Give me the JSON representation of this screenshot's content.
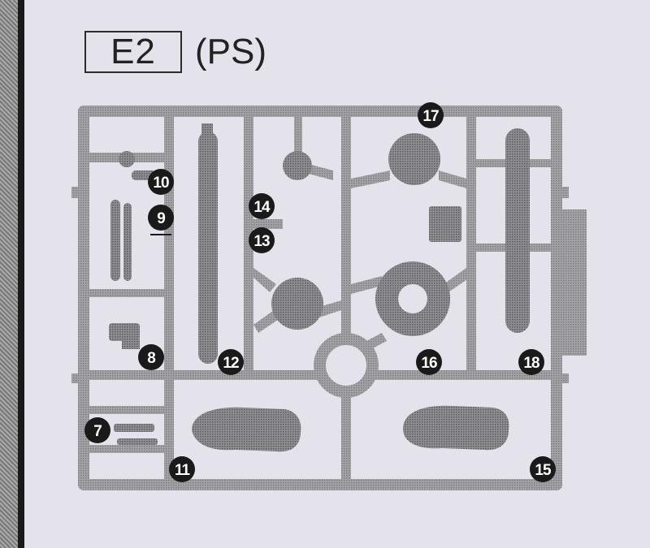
{
  "header": {
    "runner_id": "E2",
    "material": "(PS)"
  },
  "parts": [
    {
      "id": "7",
      "label": "7"
    },
    {
      "id": "8",
      "label": "8"
    },
    {
      "id": "9",
      "label": "9"
    },
    {
      "id": "10",
      "label": "10"
    },
    {
      "id": "11",
      "label": "11"
    },
    {
      "id": "12",
      "label": "12"
    },
    {
      "id": "13",
      "label": "13"
    },
    {
      "id": "14",
      "label": "14"
    },
    {
      "id": "15",
      "label": "15"
    },
    {
      "id": "16",
      "label": "16"
    },
    {
      "id": "17",
      "label": "17"
    },
    {
      "id": "18",
      "label": "18"
    }
  ],
  "colors": {
    "page_background": "#e4e3ec",
    "sprue_fill": "#9a9a9e",
    "part_fill": "#858589",
    "label_bg": "#1a1a1a",
    "label_text": "#ffffff"
  }
}
